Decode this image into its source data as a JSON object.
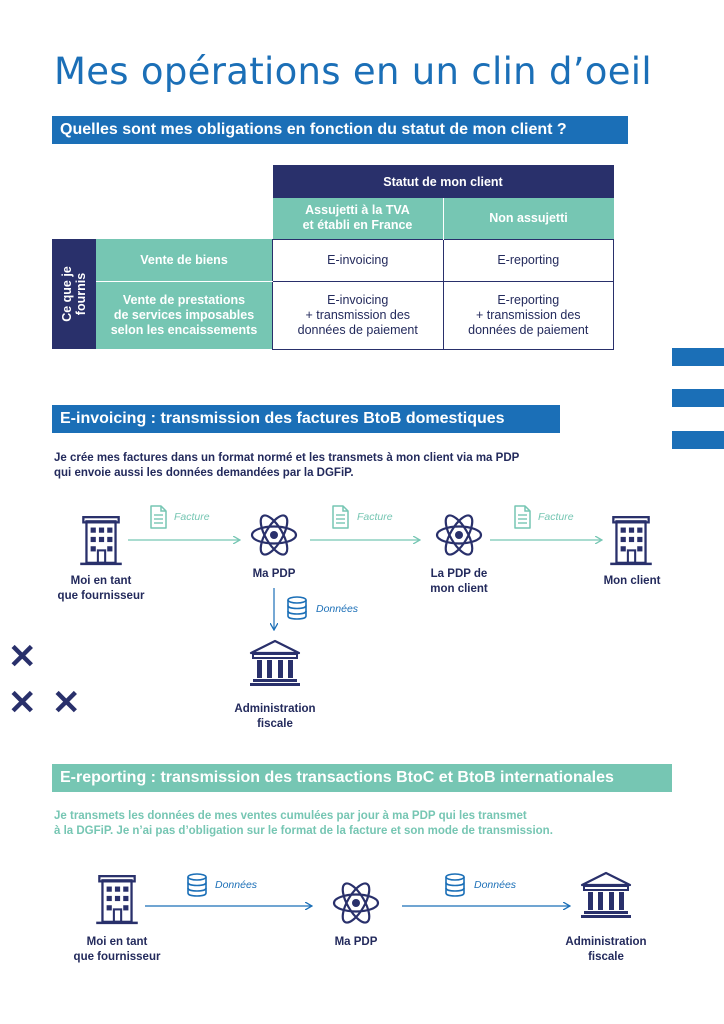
{
  "title": "Mes opérations en un clin d’oeil",
  "section1": {
    "heading": "Quelles sont mes obligations en fonction du statut de mon client ?",
    "table": {
      "top_header": "Statut de mon client",
      "col1": "Assujetti à la TVA\net établi en France",
      "col2": "Non assujetti",
      "side_label": "Ce que je fournis",
      "rows": [
        {
          "label": "Vente de biens",
          "c1": "E-invoicing",
          "c2": "E-reporting"
        },
        {
          "label": "Vente de prestations\nde services imposables\nselon les encaissements",
          "c1": "E-invoicing\n+ transmission des\ndonnées de paiement",
          "c2": "E-reporting\n+ transmission des\ndonnées de paiement"
        }
      ]
    }
  },
  "section2": {
    "heading": "E-invoicing : transmission des factures BtoB domestiques",
    "intro": "Je crée mes factures dans un format normé et les transmets à mon client via ma PDP\nqui envoie aussi les données demandées par la DGFiP.",
    "nodes": {
      "supplier": "Moi en tant\nque fournisseur",
      "my_pdp": "Ma PDP",
      "client_pdp": "La PDP de\nmon client",
      "client": "Mon client",
      "admin": "Administration\nfiscale"
    },
    "flow_labels": {
      "invoice": "Facture",
      "data": "Données"
    }
  },
  "section3": {
    "heading": "E-reporting : transmission des transactions BtoC et BtoB internationales",
    "intro": "Je transmets les données de mes ventes cumulées par jour à ma PDP qui les transmet\nà la DGFiP. Je n’ai pas d’obligation sur le format de la facture et son mode de transmission.",
    "nodes": {
      "supplier": "Moi en tant\nque fournisseur",
      "my_pdp": "Ma PDP",
      "admin": "Administration\nfiscale"
    },
    "flow_labels": {
      "data": "Données"
    }
  },
  "decor": {
    "cross": "✕"
  },
  "colors": {
    "blue": "#1b6fb7",
    "navy": "#29306b",
    "green": "#76c6b3"
  }
}
